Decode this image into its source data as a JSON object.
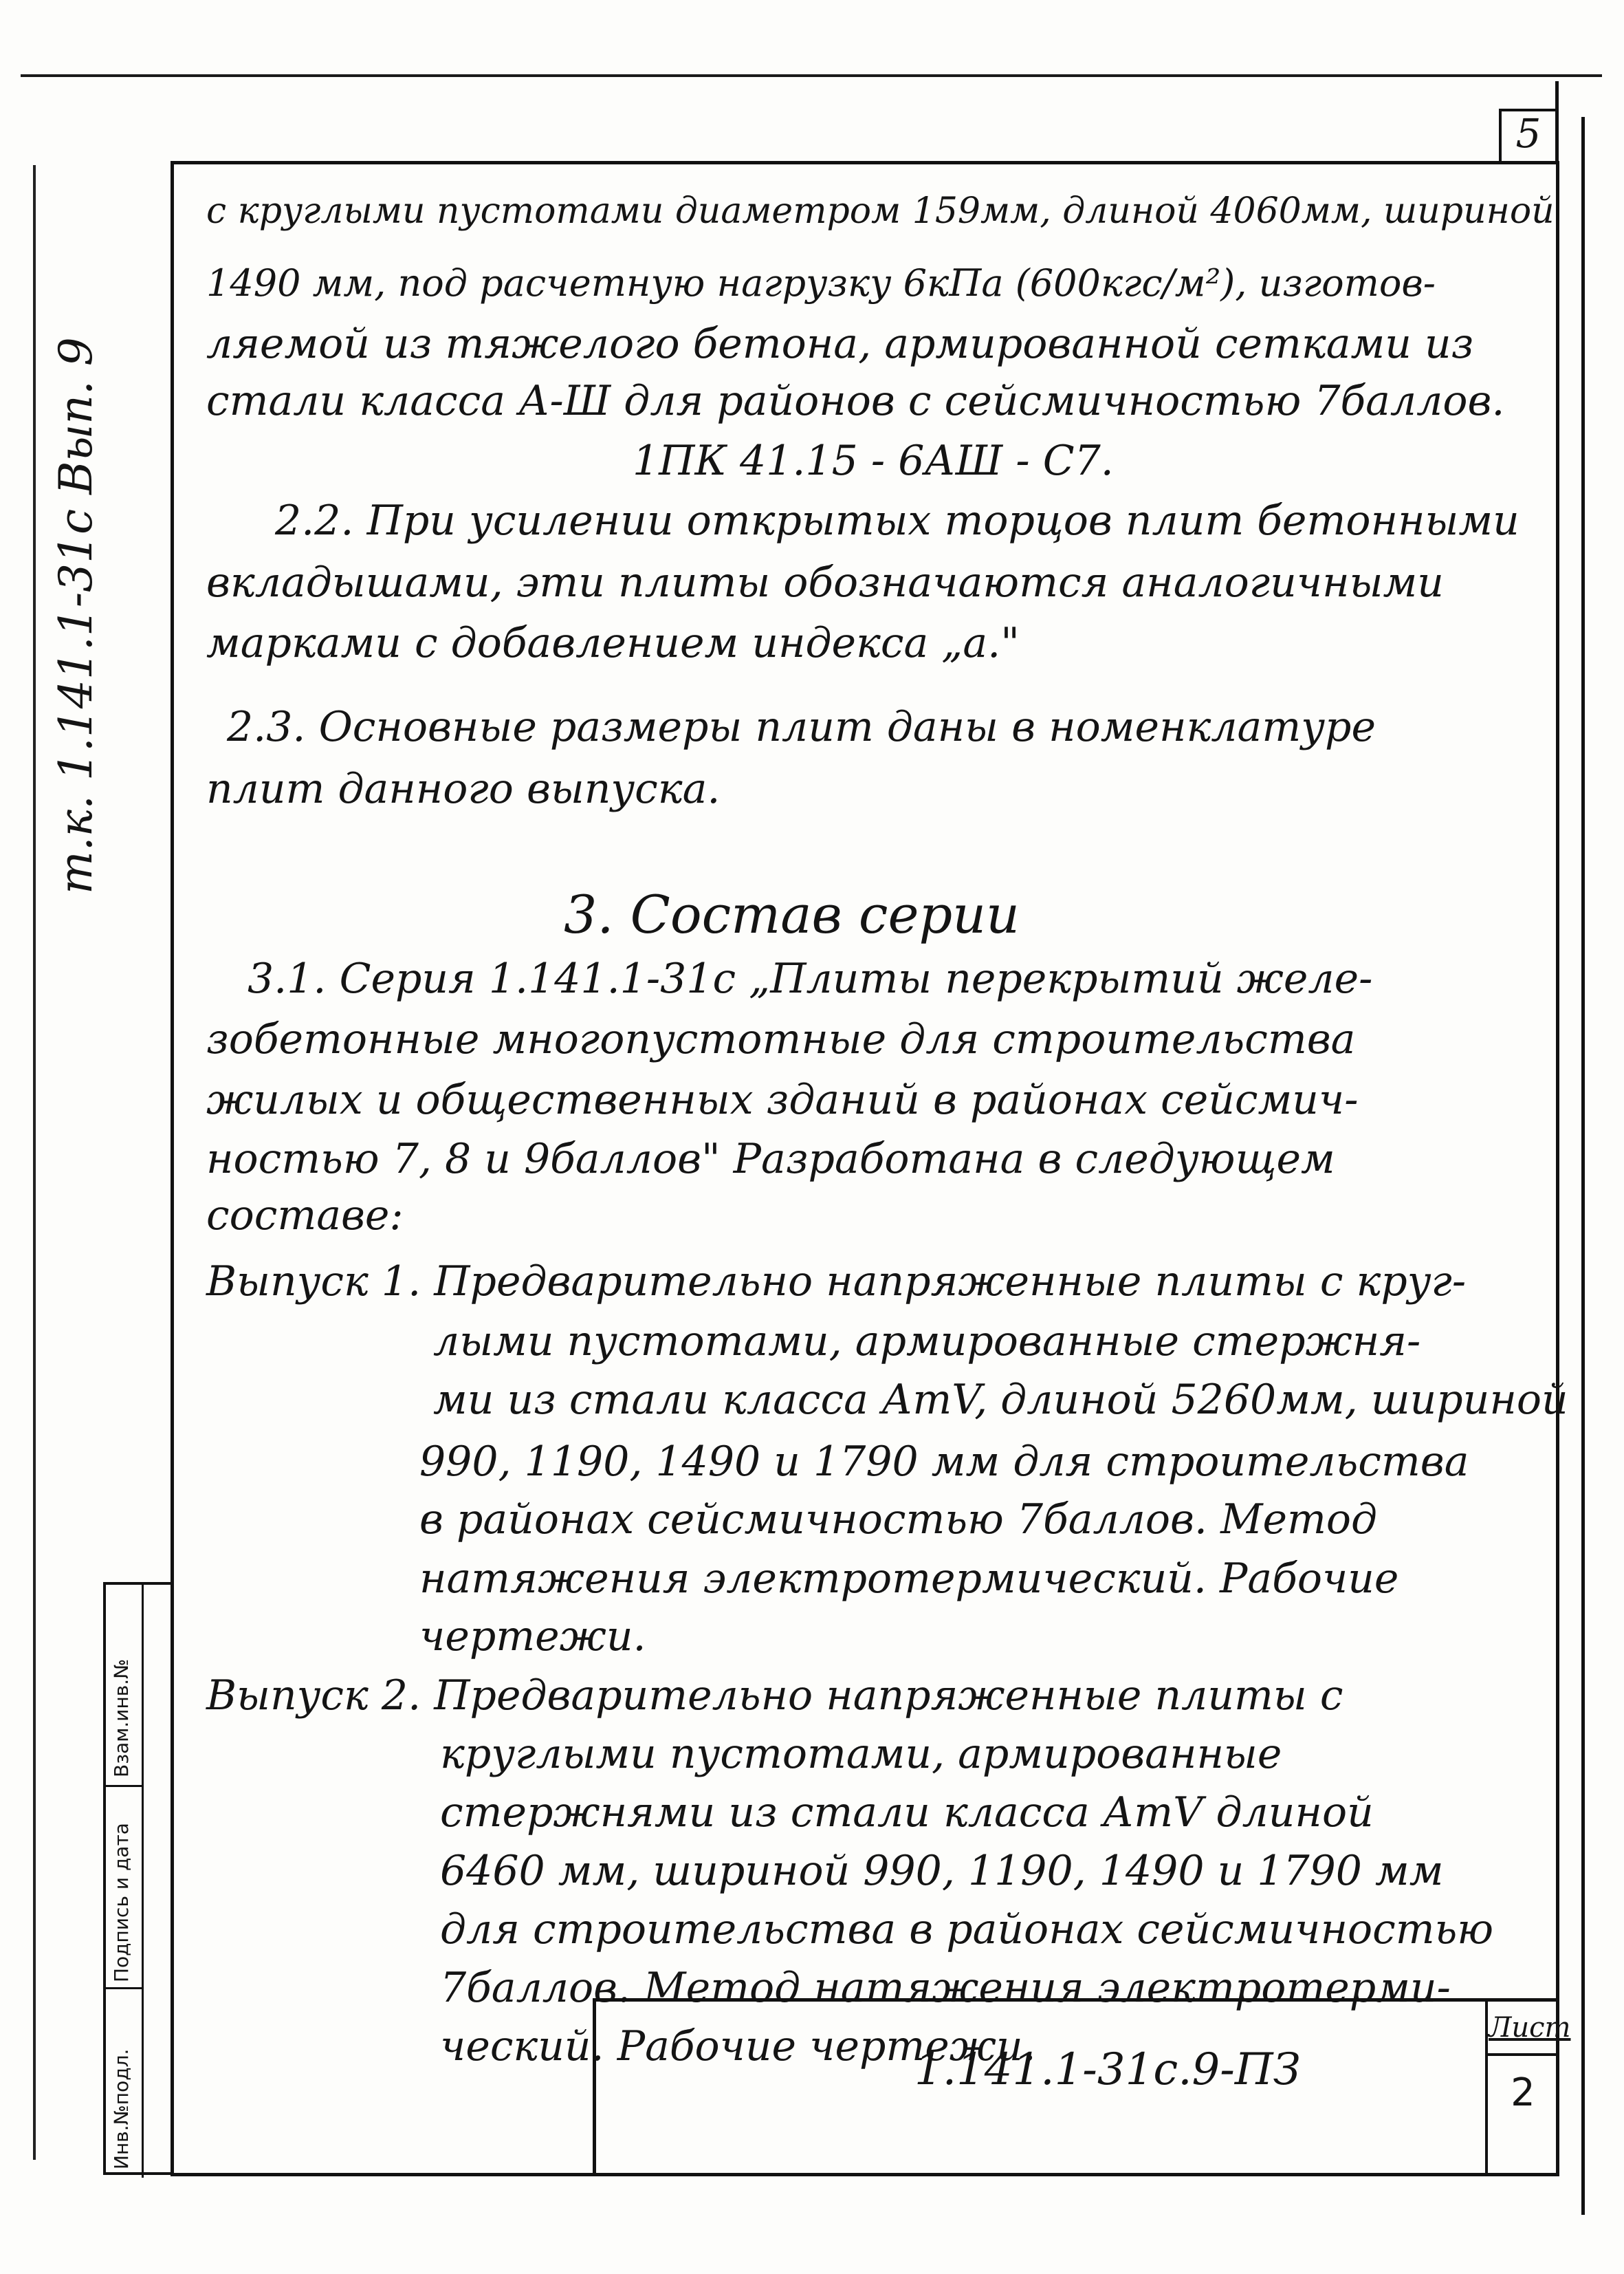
{
  "page_number": "5",
  "side_code": "т.к. 1.141.1-31с  Вып. 9",
  "stamp_labels": [
    "Инв.№подл.",
    "Подпись и дата",
    "Взам.инв.№"
  ],
  "lines": [
    "с круглыми пустотами диаметром 159мм, длиной 4060мм, шириной",
    "1490 мм, под расчетную нагрузку 6кПа (600кгс/м²), изготов-",
    "ляемой из тяжелого бетона, армированной сетками из",
    "стали класса А-Ш для районов с сейсмичностью 7баллов.",
    "1ПК 41.15 - 6АШ - С7.",
    "2.2. При усилении открытых торцов плит бетонными",
    "вкладышами, эти плиты обозначаются аналогичными",
    "марками с добавлением индекса „а.\"",
    "2.3. Основные размеры плит даны в номенклатуре",
    "плит данного выпуска.",
    "3. Состав серии",
    "3.1. Серия 1.141.1-31с „Плиты перекрытий желе-",
    "зобетонные многопустотные для строительства",
    "жилых и общественных зданий в районах сейсмич-",
    "ностью 7, 8 и 9баллов\" Разработана в следующем",
    "составе:",
    "Выпуск 1. Предварительно напряженные плиты с круг-",
    "лыми пустотами, армированные стержня-",
    "ми из стали класса АтV, длиной 5260мм, шириной",
    "990, 1190, 1490 и 1790 мм для строительства",
    "в районах сейсмичностью 7баллов. Метод",
    "натяжения электротермический. Рабочие",
    "чертежи.",
    "Выпуск 2. Предварительно напряженные плиты с",
    "круглыми пустотами, армированные",
    "стержнями из стали класса АтV длиной",
    "6460 мм, шириной 990, 1190, 1490 и 1790 мм",
    "для строительства в районах сейсмичностью",
    "7баллов. Метод натяжения электротерми-",
    "ческий. Рабочие чертежи."
  ],
  "title_block": {
    "doc_number": "1.141.1-31с.9-ПЗ",
    "sheet_label": "Лист",
    "sheet_number": "2"
  }
}
